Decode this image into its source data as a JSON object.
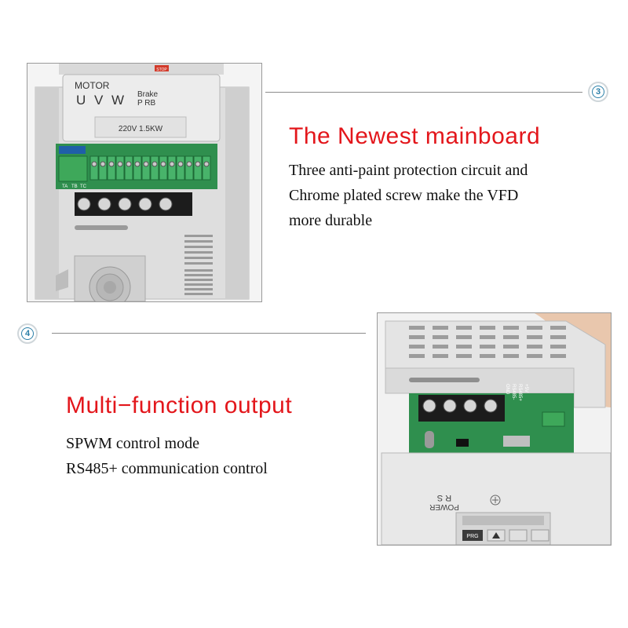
{
  "section3": {
    "badge_number": "3",
    "title": "The Newest mainboard",
    "lines": [
      "Three anti-paint protection circuit and",
      "Chrome plated screw make the VFD",
      "more durable"
    ],
    "photo_labels": {
      "motor": "MOTOR",
      "uvw": "U V W",
      "brake": "Brake",
      "p_rb": "P  RB",
      "rating": "220V 1.5KW",
      "stop": "STOP",
      "ta": "TA",
      "tb": "TB",
      "tc": "TC"
    }
  },
  "section4": {
    "badge_number": "4",
    "title": "Multi−function output",
    "lines": [
      "SPWM control mode",
      "RS485+ communication control"
    ],
    "photo_labels": {
      "power": "POWER",
      "rs": "R S",
      "prg": "PRG",
      "rs485p": "RS485+",
      "rs485n": "RS485-",
      "gnd": "GND",
      "plus5v": "+5V"
    }
  },
  "colors": {
    "accent_red": "#e3161b",
    "badge_blue": "#2a7fa8",
    "housing_grey": "#e6e6e6",
    "board_green": "#2f8f4e"
  }
}
